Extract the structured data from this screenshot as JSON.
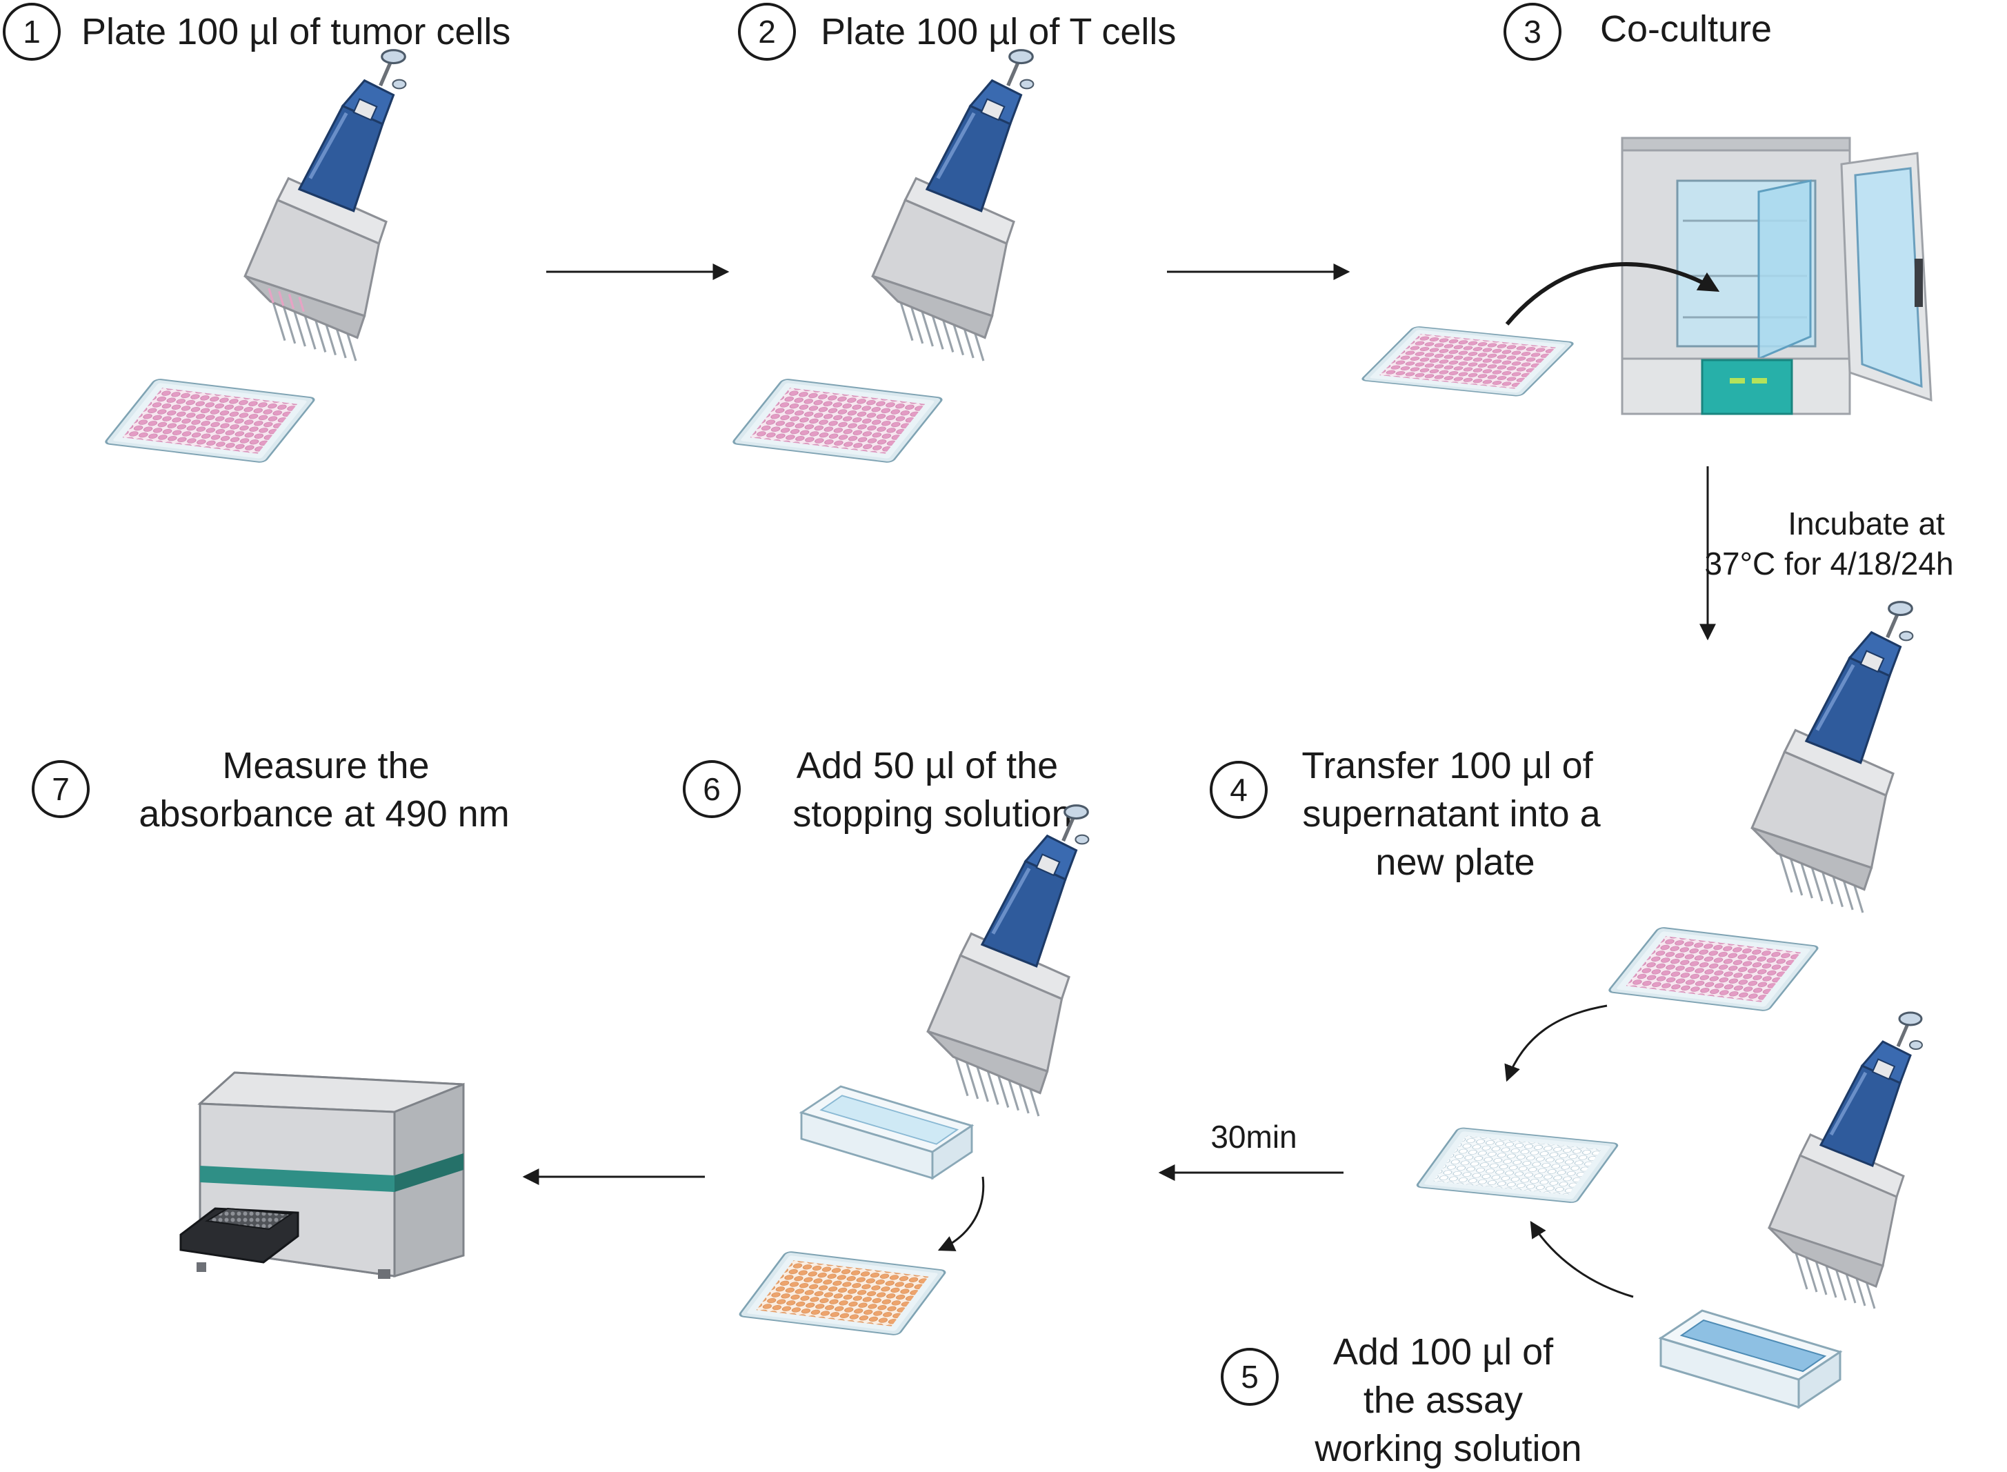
{
  "steps": [
    {
      "id": 1,
      "number": "1",
      "title_lines": [
        "Plate 100 µl of tumor cells"
      ]
    },
    {
      "id": 2,
      "number": "2",
      "title_lines": [
        "Plate 100 µl of T cells"
      ]
    },
    {
      "id": 3,
      "number": "3",
      "title_lines": [
        "Co-culture"
      ]
    },
    {
      "id": 4,
      "number": "4",
      "title_lines": [
        "Transfer 100 µl of",
        "supernatant into a",
        "new plate"
      ]
    },
    {
      "id": 5,
      "number": "5",
      "title_lines": [
        "Add 100 µl of",
        "the assay",
        "working solution"
      ]
    },
    {
      "id": 6,
      "number": "6",
      "title_lines": [
        "Add 50 µl of the",
        "stopping solution"
      ]
    },
    {
      "id": 7,
      "number": "7",
      "title_lines": [
        "Measure the",
        "absorbance at 490 nm"
      ]
    }
  ],
  "notes": {
    "incubate_line1": "Incubate at",
    "incubate_line2": "37°C for 4/18/24h",
    "wait": "30min"
  },
  "colors": {
    "pipette_blue": "#2f5b9c",
    "pipette_gray": "#d3d4d6",
    "plate_pink": "#e8a3c9",
    "plate_orange": "#eba773",
    "plate_empty": "#eef4f8",
    "reservoir_blue": "#9ac8e6",
    "incubator_teal": "#27b0a9",
    "reader_teal": "#2f8f86"
  },
  "icons": [
    "multichannel-pipette-icon",
    "well-plate-icon",
    "incubator-icon",
    "reagent-reservoir-icon",
    "plate-reader-icon"
  ]
}
